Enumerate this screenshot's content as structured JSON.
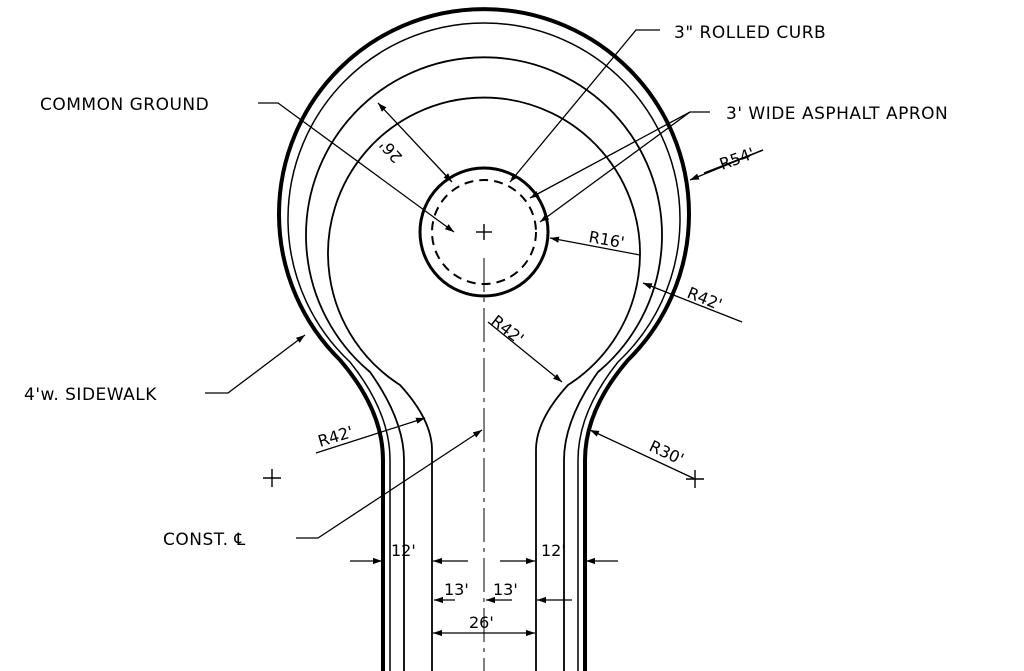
{
  "labels": {
    "rolled_curb": "3\" ROLLED CURB",
    "common_ground": "COMMON GROUND",
    "asphalt_apron": "3' WIDE ASPHALT APRON",
    "sidewalk": "4'w. SIDEWALK",
    "const_cl": "CONST. ℄"
  },
  "dimensions": {
    "r54": "R54'",
    "r16": "R16'",
    "r42_right": "R42'",
    "r42_center": "R42'",
    "r42_left": "R42'",
    "r30": "R30'",
    "d26_diag": "26'",
    "w12_left": "12'",
    "w12_right": "12'",
    "w13_left": "13'",
    "w13_right": "13'",
    "w26": "26'"
  },
  "colors": {
    "line": "#000000",
    "background": "#ffffff"
  }
}
